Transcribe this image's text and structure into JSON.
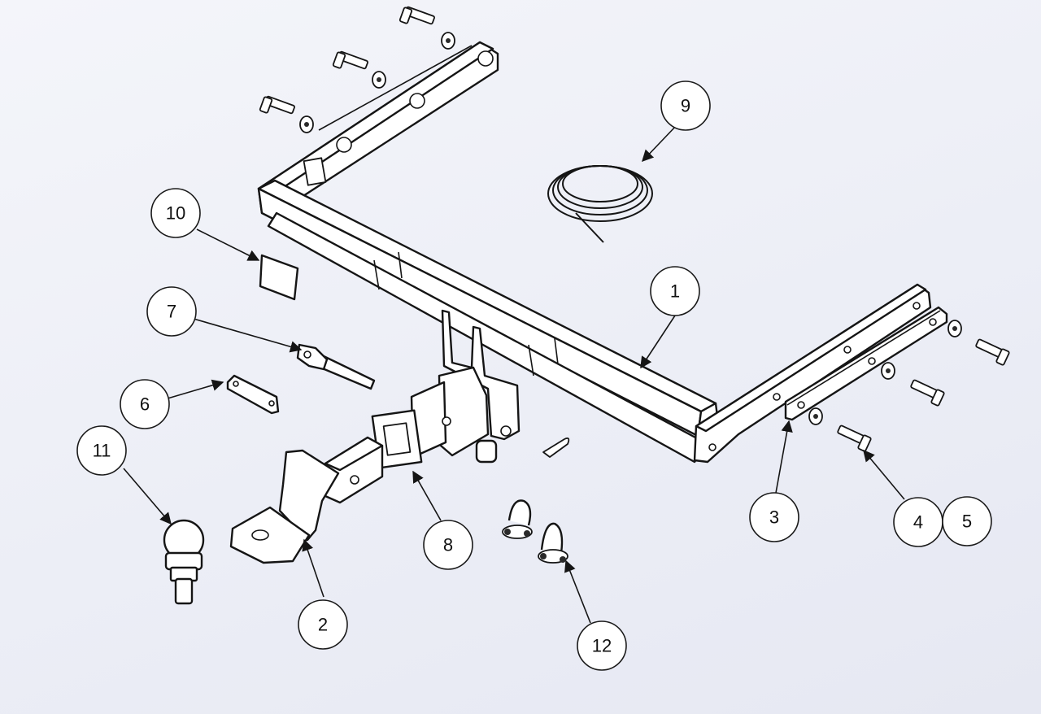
{
  "callouts": [
    {
      "id": "c1",
      "label": "1"
    },
    {
      "id": "c2",
      "label": "2"
    },
    {
      "id": "c3",
      "label": "3"
    },
    {
      "id": "c4",
      "label": "4"
    },
    {
      "id": "c5",
      "label": "5"
    },
    {
      "id": "c6",
      "label": "6"
    },
    {
      "id": "c7",
      "label": "7"
    },
    {
      "id": "c8",
      "label": "8"
    },
    {
      "id": "c9",
      "label": "9"
    },
    {
      "id": "c10",
      "label": "10"
    },
    {
      "id": "c11",
      "label": "11"
    },
    {
      "id": "c12",
      "label": "12"
    }
  ],
  "colors": {
    "background": "#eceef6",
    "line": "#151515",
    "fill": "#ffffff"
  }
}
